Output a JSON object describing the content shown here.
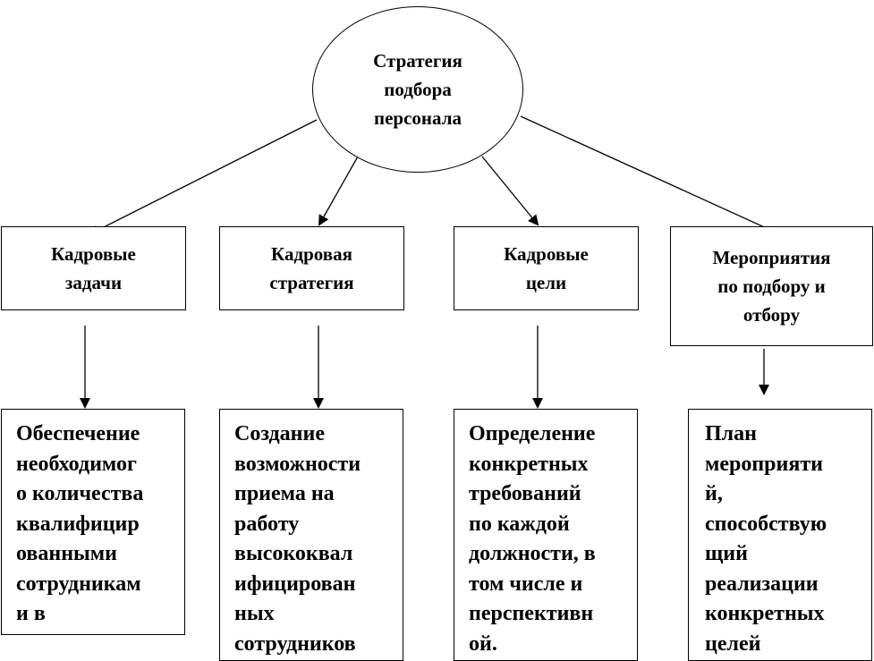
{
  "root": {
    "label": "Стратегия\nподбора\nперсонала"
  },
  "categories": [
    {
      "label": "Кадровые\nзадачи"
    },
    {
      "label": "Кадровая\nстратегия"
    },
    {
      "label": "Кадровые\nцели"
    },
    {
      "label": "Мероприятия\nпо подбору и\nотбору"
    }
  ],
  "details": [
    {
      "text": "Обеспечение\nнеобходимог\nо количества\nквалифицир\nованными\nсотрудникам\nи в"
    },
    {
      "text": "Создание\nвозможности\nприема на\nработу\nвысококвал\nифицирован\nных\nсотрудников"
    },
    {
      "text": "Определение\nконкретных\nтребований\nпо каждой\nдолжности, в\nтом числе и\nперспективн\nой."
    },
    {
      "text": "План\nмероприяти\nй,\nспособствую\nщий\nреализации\nконкретных\nцелей"
    }
  ]
}
